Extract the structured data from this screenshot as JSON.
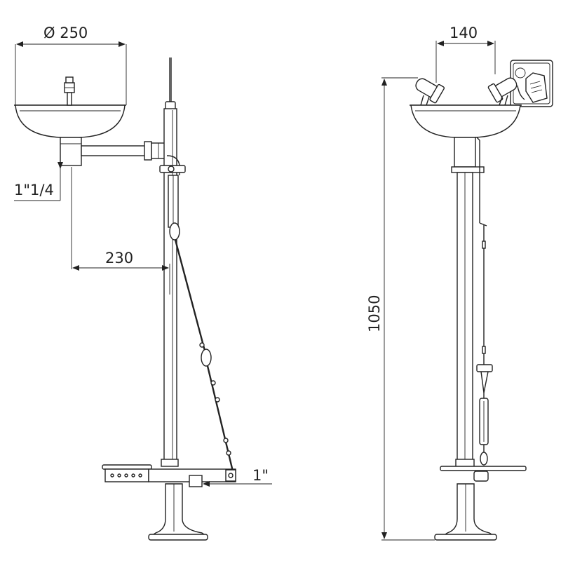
{
  "dimensions": {
    "bowl_diameter": "Ø 250",
    "drain_size": "1\"1/4",
    "offset": "230",
    "inlet_size": "1\"",
    "nozzle_spacing": "140",
    "total_height": "1050"
  },
  "colors": {
    "line": "#222222",
    "background": "#ffffff"
  },
  "icons": {
    "sign": "eye-wash-hand-sign-icon"
  }
}
